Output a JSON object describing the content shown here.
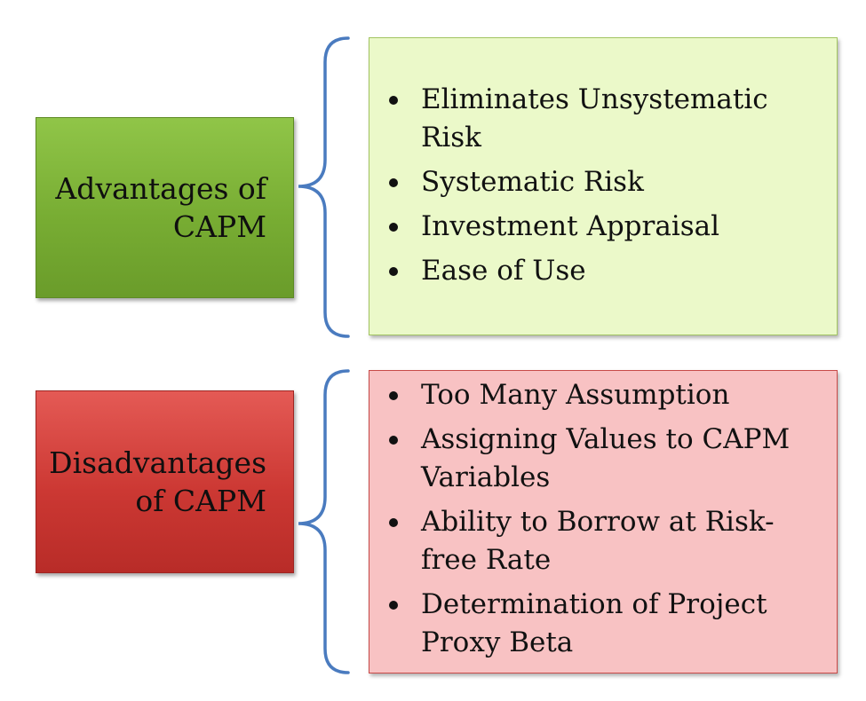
{
  "advantages": {
    "label_line1": "Advantages of",
    "label_line2": "CAPM",
    "items": [
      "Eliminates Unsystematic Risk",
      "Systematic Risk",
      "Investment Appraisal",
      "Ease of Use"
    ]
  },
  "disadvantages": {
    "label_line1": "Disadvantages",
    "label_line2": "of CAPM",
    "items": [
      "Too Many Assumption",
      "Assigning Values to CAPM Variables",
      "Ability to Borrow at Risk-free Rate",
      "Determination of Project Proxy Beta"
    ]
  },
  "colors": {
    "advantages_box": "#78ad33",
    "advantages_panel": "#ebf9c9",
    "disadvantages_box": "#cc3833",
    "disadvantages_panel": "#f8c2c3",
    "brace": "#4a7bbf"
  },
  "icons": [
    "curly-brace-connector"
  ]
}
